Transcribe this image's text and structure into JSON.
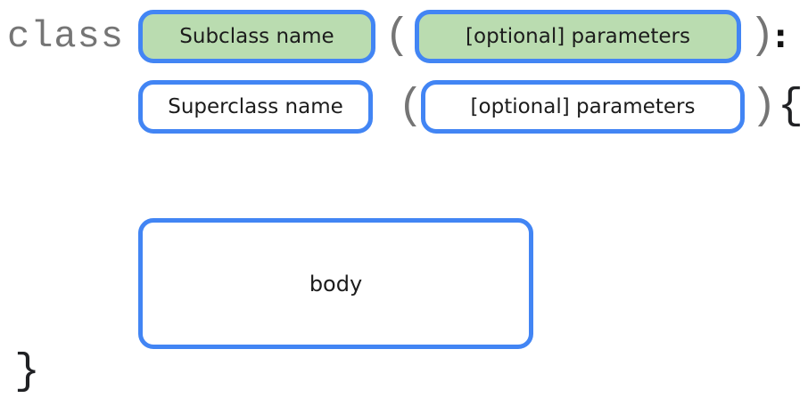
{
  "colors": {
    "border_blue": "#4285F4",
    "editable_fill_green": "#BADCB0",
    "fixed_fill_white": "#FFFFFF",
    "keyword_gray": "#757575",
    "brace_dark": "#202124"
  },
  "line1": {
    "keyword": "class",
    "subclass_box_label": "Subclass name",
    "open_paren": "(",
    "parameters_box_label": "[optional] parameters",
    "close_paren": ")",
    "colon": ":"
  },
  "line2": {
    "superclass_box_label": "Superclass name",
    "open_paren": "(",
    "parameters_box_label": "[optional] parameters",
    "close_paren": ")",
    "open_brace": "{"
  },
  "body": {
    "box_label": "body"
  },
  "close_brace": "}"
}
